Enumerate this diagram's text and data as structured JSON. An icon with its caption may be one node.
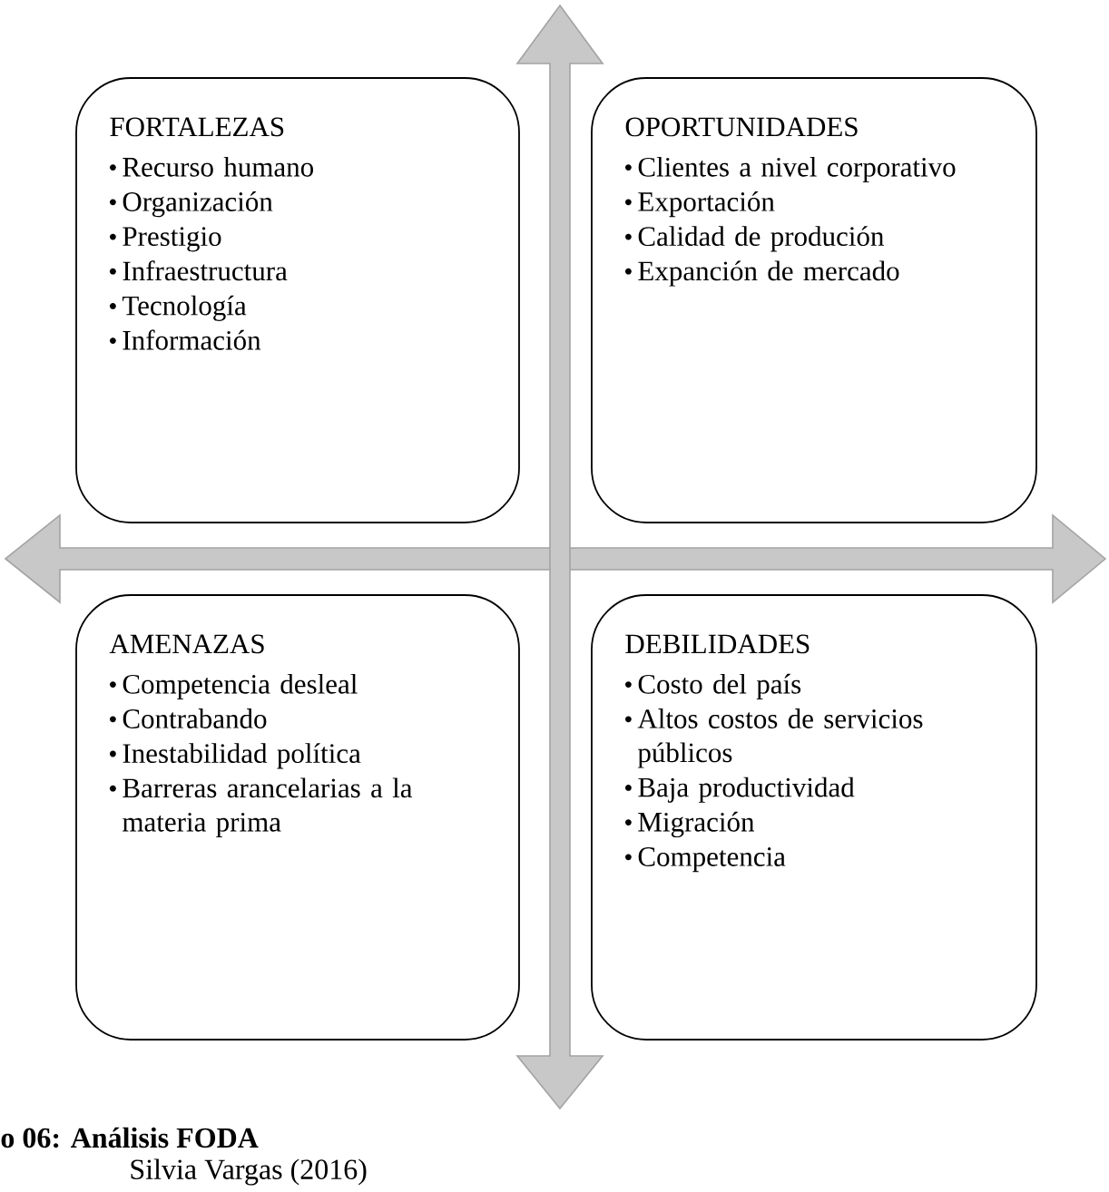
{
  "diagram": {
    "caption": "o 06: Análisis FODA",
    "nodes": [
      {
        "text": [
          "FORTALEZAS",
          "Recurso humano",
          "Organización",
          "Prestigio",
          "Infraestructura",
          "Tecnología",
          "Información"
        ]
      },
      {
        "text": [
          "OPORTUNIDADES",
          "Clientes a nivel corporativo",
          "Exportación",
          "Calidad de produción",
          "Expanción de mercado"
        ]
      },
      {
        "text": [
          "AMENAZAS",
          "Competencia desleal",
          "Contrabando",
          "Inestabilidad política",
          "Barreras arancelarias a la materia prima"
        ]
      },
      {
        "text": [
          "DEBILIDADES",
          "Costo del país",
          "Altos costos de servicios públicos",
          "Baja productividad",
          "Migración",
          "Competencia"
        ]
      }
    ],
    "labels": [
      "Silvia Vargas (2016)"
    ]
  }
}
